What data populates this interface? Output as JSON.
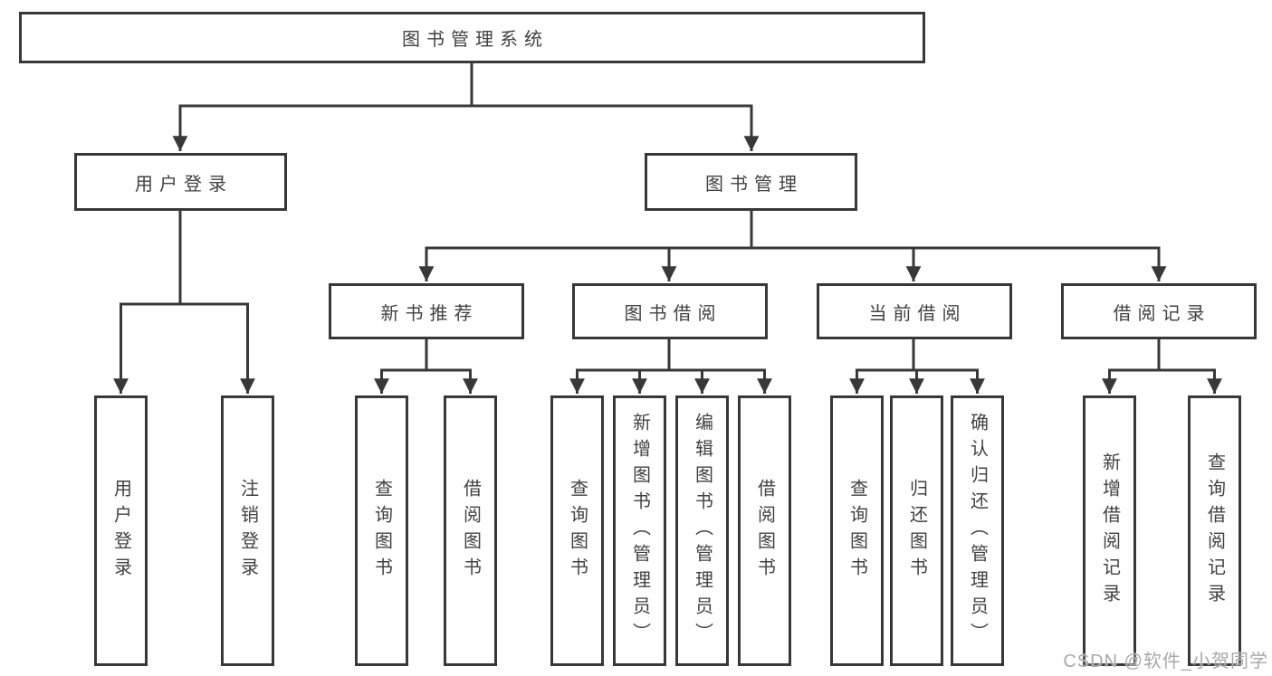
{
  "colors": {
    "line": "#383838",
    "text": "#414141",
    "watermark": "#a8a8a8",
    "background": "#ffffff"
  },
  "tree": {
    "root": {
      "label": "图书管理系统"
    },
    "branches": [
      {
        "label": "用户登录",
        "leaves": [
          {
            "label": "用户登录"
          },
          {
            "label": "注销登录"
          }
        ]
      },
      {
        "label": "图书管理",
        "sections": [
          {
            "label": "新书推荐",
            "leaves": [
              {
                "label": "查询图书"
              },
              {
                "label": "借阅图书"
              }
            ]
          },
          {
            "label": "图书借阅",
            "leaves": [
              {
                "label": "查询图书"
              },
              {
                "label": "新增图书（管理员）"
              },
              {
                "label": "编辑图书（管理员）"
              },
              {
                "label": "借阅图书"
              }
            ]
          },
          {
            "label": "当前借阅",
            "leaves": [
              {
                "label": "查询图书"
              },
              {
                "label": "归还图书"
              },
              {
                "label": "确认归还（管理员）"
              }
            ]
          },
          {
            "label": "借阅记录",
            "leaves": [
              {
                "label": "新增借阅记录"
              },
              {
                "label": "查询借阅记录"
              }
            ]
          }
        ]
      }
    ]
  },
  "watermark": {
    "text": "CSDN @软件_小贺同学"
  }
}
